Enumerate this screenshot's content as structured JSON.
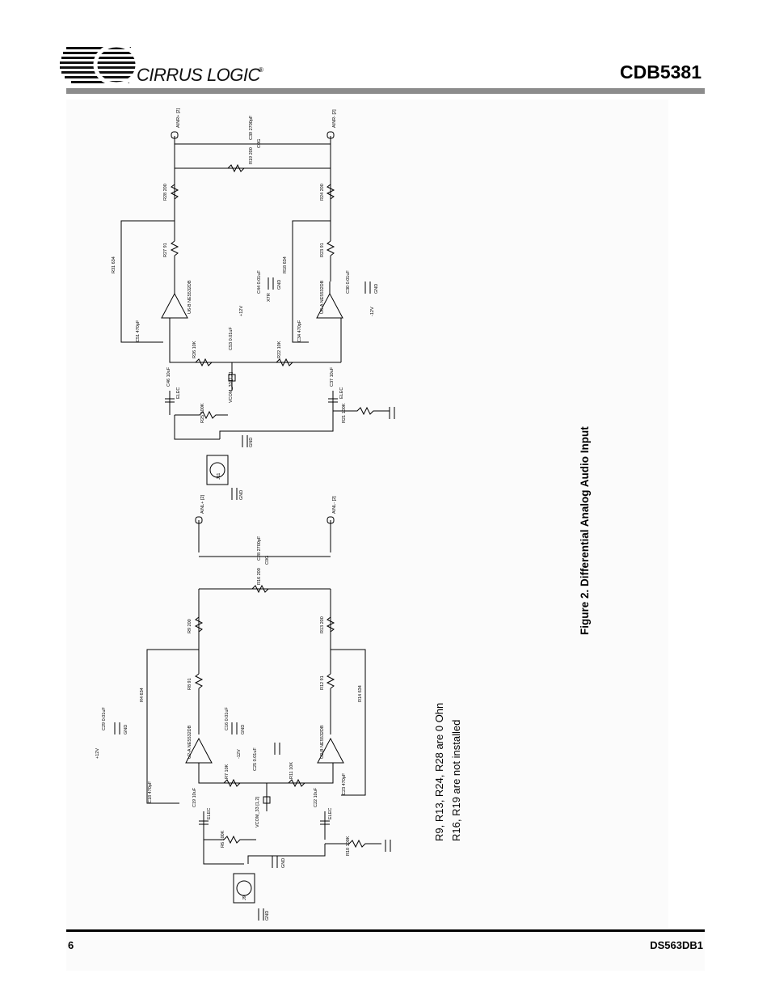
{
  "header": {
    "brand": "CIRRUS LOGIC",
    "registered_mark": "®",
    "doc_title": "CDB5381"
  },
  "figure": {
    "caption": "Figure 2.  Differential Analog Audio Input",
    "notes": [
      "R9, R13, R24, R28 are 0 Ohn",
      "R16, R19 are not installed"
    ]
  },
  "schematic": {
    "upper_channel": {
      "connector": "J9",
      "input_pos": "AINL+",
      "input_neg": "AINL-",
      "page_ref": "[2]",
      "opamp_a": "U2-A",
      "opamp_b": "U2-B",
      "opamp_part": "NE5532DB",
      "vcom": "VCOM_33",
      "vcom_ref": "[1,2]",
      "components": [
        {
          "ref": "R9",
          "value": "200"
        },
        {
          "ref": "R13",
          "value": "200"
        },
        {
          "ref": "R16",
          "value": "200"
        },
        {
          "ref": "C28",
          "value": "2700pF"
        },
        {
          "ref": "R8",
          "value": "91"
        },
        {
          "ref": "R12",
          "value": "91"
        },
        {
          "ref": "R4",
          "value": "634"
        },
        {
          "ref": "R14",
          "value": "634"
        },
        {
          "ref": "R7",
          "value": "10K"
        },
        {
          "ref": "R11",
          "value": "10K"
        },
        {
          "ref": "R6",
          "value": "100K"
        },
        {
          "ref": "R10",
          "value": "100K"
        },
        {
          "ref": "C19",
          "value": "10uF"
        },
        {
          "ref": "C22",
          "value": "10uF"
        },
        {
          "ref": "C18",
          "value": "470pF"
        },
        {
          "ref": "C23",
          "value": "470pF"
        },
        {
          "ref": "C29",
          "value": "0.01uF"
        },
        {
          "ref": "C16",
          "value": "0.01uF"
        },
        {
          "ref": "C25",
          "value": "0.01uF"
        }
      ]
    },
    "lower_channel": {
      "connector": "J11",
      "input_pos": "AINR+",
      "input_neg": "AINR-",
      "page_ref": "[2]",
      "opamp_a": "U6-A",
      "opamp_b": "U6-B",
      "opamp_part": "NE5532DB",
      "vcom": "VCOM_33",
      "vcom_ref": "[1,2]",
      "components": [
        {
          "ref": "R28",
          "value": "200"
        },
        {
          "ref": "R24",
          "value": "200"
        },
        {
          "ref": "R19",
          "value": "200"
        },
        {
          "ref": "C39",
          "value": "2700pF"
        },
        {
          "ref": "R27",
          "value": "91"
        },
        {
          "ref": "R23",
          "value": "91"
        },
        {
          "ref": "R31",
          "value": "634"
        },
        {
          "ref": "R18",
          "value": "634"
        },
        {
          "ref": "R26",
          "value": "10K"
        },
        {
          "ref": "R22",
          "value": "10K"
        },
        {
          "ref": "R25",
          "value": "100K"
        },
        {
          "ref": "R21",
          "value": "100K"
        },
        {
          "ref": "C46",
          "value": "10uF"
        },
        {
          "ref": "C37",
          "value": "10uF"
        },
        {
          "ref": "C51",
          "value": "470pF"
        },
        {
          "ref": "C34",
          "value": "470pF"
        },
        {
          "ref": "C53",
          "value": "0.01uF"
        },
        {
          "ref": "C44",
          "value": "0.01uF"
        },
        {
          "ref": "C30",
          "value": "0.01uF"
        }
      ]
    },
    "power_labels": [
      "+12V",
      "-12V",
      "GND"
    ],
    "dielectric_labels": [
      "C0G",
      "X7R",
      "ELEC"
    ]
  },
  "footer": {
    "page_number": "6",
    "doc_id": "DS563DB1"
  }
}
